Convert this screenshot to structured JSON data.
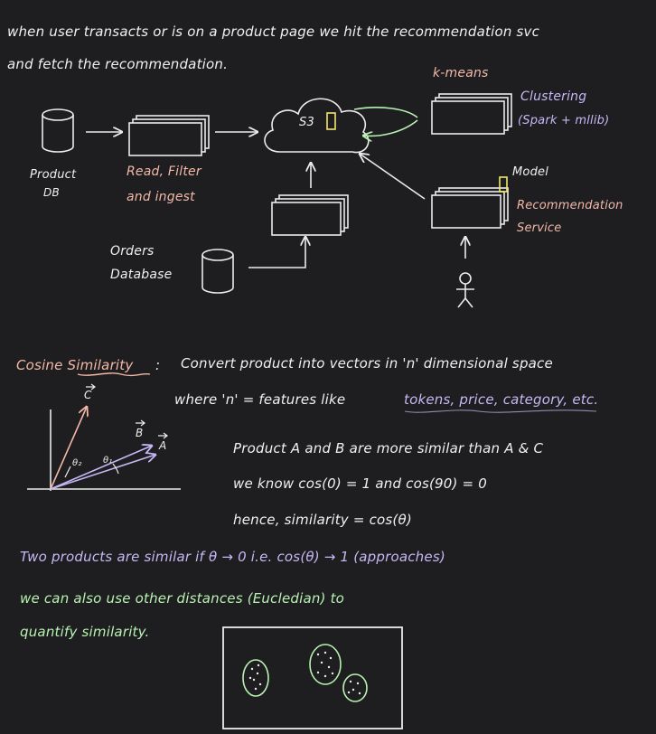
{
  "intro": {
    "line1": "when user transacts or is on a product page we hit the recommendation svc",
    "line2": "and fetch the recommendation."
  },
  "pipeline": {
    "product_db_label": "Product",
    "product_db_label2": "DB",
    "ingest_label": "Read, Filter",
    "ingest_label2": "and ingest",
    "s3_label": "S3",
    "kmeans_label": "k-means",
    "clustering_label": "Clustering",
    "clustering_label2": "(Spark + mllib)",
    "model_label": "Model",
    "rec_label": "Recommendation",
    "rec_label2": "Service",
    "orders_label": "Orders",
    "orders_label2": "Database"
  },
  "cosine": {
    "heading": "Cosine Similarity",
    "colon": ":",
    "desc1": "Convert product into vectors in 'n' dimensional space",
    "desc2_prefix": "where 'n' = features like",
    "desc2_features": "tokens, price, category, etc.",
    "vec_c": "C",
    "vec_b": "B",
    "vec_a": "A",
    "theta2": "θ₂",
    "theta1": "θ₁",
    "line_a": "Product A and B are more similar than A & C",
    "line_b": "we know  cos(0) = 1  and  cos(90) = 0",
    "line_c": "hence,  similarity = cos(θ)"
  },
  "summary": {
    "line1": "Two products are similar if  θ → 0  i.e. cos(θ) → 1 (approaches)",
    "line2": "we can also use other distances (Eucledian) to",
    "line3": "quantify similarity."
  },
  "colors": {
    "background": "#1e1e20",
    "peach": "#f2b8a8",
    "lavender": "#c7b7f5",
    "mint": "#b8f2b2",
    "yellow": "#f5e56b"
  }
}
